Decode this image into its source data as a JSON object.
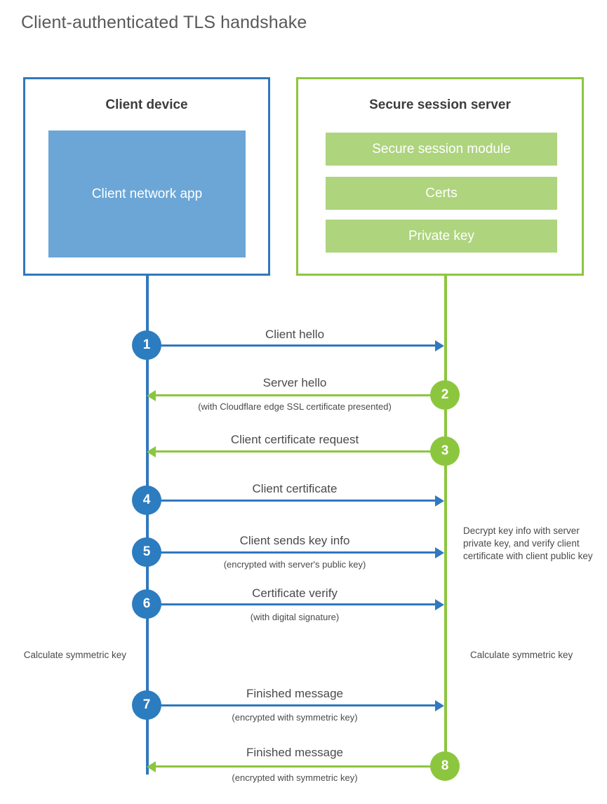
{
  "title": "Client-authenticated TLS handshake",
  "colors": {
    "blue_border": "#3178be",
    "blue_fill": "#6ba6d6",
    "blue_badge": "#2c7cc0",
    "green_border": "#8cc63f",
    "green_fill": "#aed47e",
    "text": "#4a4a4a"
  },
  "entities": {
    "client": {
      "title": "Client device",
      "app_label": "Client network app"
    },
    "server": {
      "title": "Secure session server",
      "components": [
        "Secure session module",
        "Certs",
        "Private key"
      ]
    }
  },
  "steps": [
    {
      "number": "1",
      "label": "Client hello",
      "sub": "",
      "direction": "client-to-server",
      "color": "blue"
    },
    {
      "number": "2",
      "label": "Server hello",
      "sub": "(with Cloudflare edge SSL certificate presented)",
      "direction": "server-to-client",
      "color": "green"
    },
    {
      "number": "3",
      "label": "Client certificate request",
      "sub": "",
      "direction": "server-to-client",
      "color": "green"
    },
    {
      "number": "4",
      "label": "Client certificate",
      "sub": "",
      "direction": "client-to-server",
      "color": "blue"
    },
    {
      "number": "5",
      "label": "Client sends key info",
      "sub": "(encrypted with server's public key)",
      "direction": "client-to-server",
      "color": "blue"
    },
    {
      "number": "6",
      "label": "Certificate verify",
      "sub": "(with digital signature)",
      "direction": "client-to-server",
      "color": "blue"
    },
    {
      "number": "7",
      "label": "Finished message",
      "sub": "(encrypted with symmetric key)",
      "direction": "client-to-server",
      "color": "blue"
    },
    {
      "number": "8",
      "label": "Finished message",
      "sub": "(encrypted with symmetric key)",
      "direction": "server-to-client",
      "color": "green"
    }
  ],
  "notes": {
    "server_decrypt": "Decrypt key info with server private key, and verify client certificate with client public key",
    "client_calculate": "Calculate symmetric key",
    "server_calculate": "Calculate symmetric key"
  }
}
